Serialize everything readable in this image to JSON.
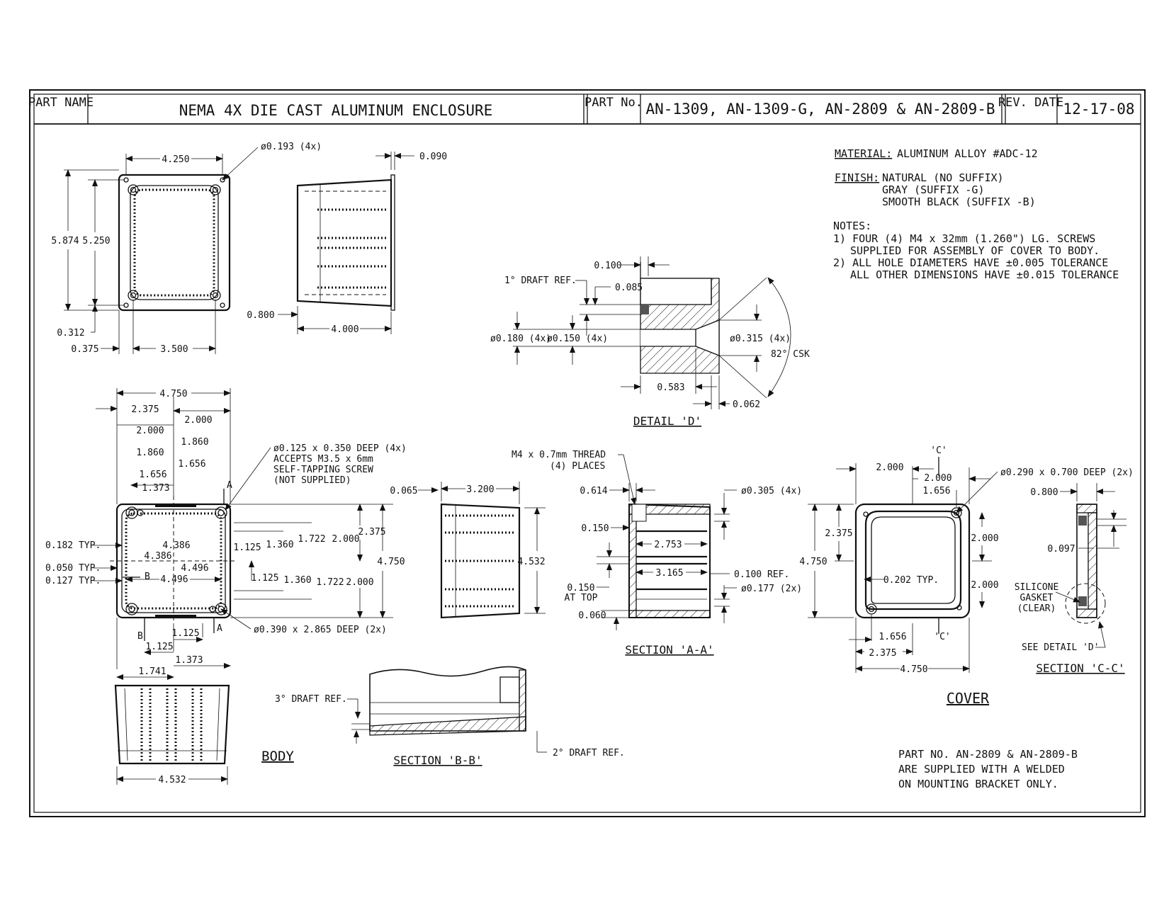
{
  "title_block": {
    "part_name_label": "PART NAME",
    "part_name": "NEMA 4X DIE CAST ALUMINUM ENCLOSURE",
    "part_no_label": "PART No.",
    "part_no": "AN-1309, AN-1309-G, AN-2809 & AN-2809-B",
    "rev_date_label": "REV. DATE",
    "rev_date": "12-17-08"
  },
  "notes": {
    "material_label": "MATERIAL:",
    "material": "ALUMINUM ALLOY #ADC-12",
    "finish_label": "FINISH:",
    "finish_1": "NATURAL (NO SUFFIX)",
    "finish_2": "GRAY (SUFFIX -G)",
    "finish_3": "SMOOTH BLACK (SUFFIX -B)",
    "notes_label": "NOTES:",
    "note_1a": "1) FOUR (4) M4 x 32mm (1.260\") LG. SCREWS",
    "note_1b": "SUPPLIED FOR ASSEMBLY OF COVER TO BODY.",
    "note_2a": "2) ALL HOLE DIAMETERS HAVE ±0.005 TOLERANCE",
    "note_2b": "ALL OTHER DIMENSIONS HAVE ±0.015 TOLERANCE",
    "bracket_1": "PART NO. AN-2809 & AN-2809-B",
    "bracket_2": "ARE SUPPLIED WITH A WELDED",
    "bracket_3": "ON MOUNTING BRACKET ONLY."
  },
  "view_titles": {
    "detail_d": "DETAIL 'D'",
    "section_aa": "SECTION 'A-A'",
    "section_bb": "SECTION 'B-B'",
    "section_cc": "SECTION 'C-C'",
    "body": "BODY",
    "cover": "COVER"
  },
  "top_view": {
    "d_4250": "4.250",
    "d_hole": "ø0.193 (4x)",
    "d_5874": "5.874",
    "d_5250": "5.250",
    "d_0312": "0.312",
    "d_0375": "0.375",
    "d_3500": "3.500"
  },
  "side_view": {
    "d_0090": "0.090",
    "d_0800": "0.800",
    "d_4000": "4.000"
  },
  "detail_d": {
    "d_0100": "0.100",
    "d_draft": "1° DRAFT REF.",
    "d_0085": "0.085",
    "d_0180": "ø0.180 (4x)",
    "d_0150": "ø0.150 (4x)",
    "d_0315": "ø0.315 (4x)",
    "d_csk": "82° CSK",
    "d_0583": "0.583",
    "d_0062": "0.062"
  },
  "body_plan": {
    "d_4750": "4.750",
    "d_2375": "2.375",
    "d_2000a": "2.000",
    "d_2000b": "2.000",
    "d_1860a": "1.860",
    "d_1860b": "1.860",
    "d_1656a": "1.656",
    "d_1656b": "1.656",
    "d_1373a": "1.373",
    "d_hole125_1": "ø0.125 x 0.350 DEEP (4x)",
    "d_hole125_2": "ACCEPTS M3.5 x 6mm",
    "d_hole125_3": "SELF-TAPPING SCREW",
    "d_hole125_4": "(NOT SUPPLIED)",
    "d_A_top": "A",
    "d_A_bot": "A",
    "d_B_left": "B",
    "d_B_bot": "B",
    "d_0182": "0.182 TYP.",
    "d_0050": "0.050 TYP.",
    "d_0127": "0.127 TYP.",
    "d_4386a": "4.386",
    "d_4386b": "4.386",
    "d_4496a": "4.496",
    "d_4496b": "4.496",
    "d_1125a": "1.125",
    "d_1360a": "1.360",
    "d_1722a": "1.722",
    "d_2000c": "2.000",
    "d_2375b": "2.375",
    "d_4750b": "4.750",
    "d_1125b": "1.125",
    "d_1360b": "1.360",
    "d_1722b": "1.722",
    "d_2000d": "2.000",
    "d_0065": "0.065",
    "d_hole390": "ø0.390 x 2.865 DEEP (2x)",
    "d_1125c": "1.125",
    "d_1125d": "1.125",
    "d_1373b": "1.373",
    "d_1741": "1.741"
  },
  "body_side": {
    "d_3200": "3.200",
    "d_4532": "4.532",
    "d_4532b": "4.532"
  },
  "section_aa": {
    "d_thread1": "M4 x 0.7mm THREAD",
    "d_thread2": "(4) PLACES",
    "d_0614": "0.614",
    "d_0305": "ø0.305 (4x)",
    "d_0150": "0.150",
    "d_2753": "2.753",
    "d_3165": "3.165",
    "d_0100": "0.100 REF.",
    "d_0177": "ø0.177 (2x)",
    "d_0150top1": "0.150",
    "d_0150top2": "AT TOP",
    "d_0060": "0.060"
  },
  "section_bb": {
    "d_3draft": "3° DRAFT REF.",
    "d_2draft": "2° DRAFT REF."
  },
  "cover": {
    "d_C_top": "'C'",
    "d_C_bot": "'C'",
    "d_2000a": "2.000",
    "d_2000b": "2.000",
    "d_1656a": "1.656",
    "d_2375a": "2.375",
    "d_4750a": "4.750",
    "d_2000c": "2.000",
    "d_2000d": "2.000",
    "d_0202": "0.202 TYP.",
    "d_1656b": "1.656",
    "d_2375b": "2.375",
    "d_4750b": "4.750",
    "d_hole290": "ø0.290 x 0.700 DEEP (2x)"
  },
  "section_cc": {
    "d_0800": "0.800",
    "d_0097": "0.097",
    "d_gasket1": "SILICONE",
    "d_gasket2": "GASKET",
    "d_gasket3": "(CLEAR)",
    "d_seed": "SEE DETAIL 'D'"
  }
}
